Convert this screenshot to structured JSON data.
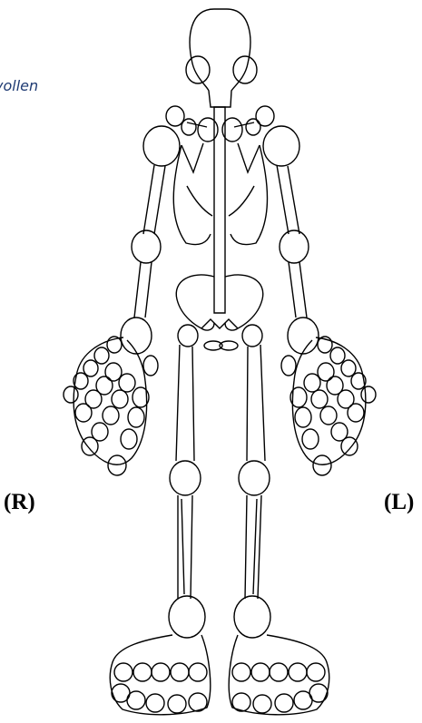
{
  "top_text": "vollen",
  "labels": {
    "right_side": "(R)",
    "left_side": "(L)"
  },
  "colors": {
    "outline": "#000000",
    "top_text": "#1f3b73",
    "background": "#ffffff"
  }
}
